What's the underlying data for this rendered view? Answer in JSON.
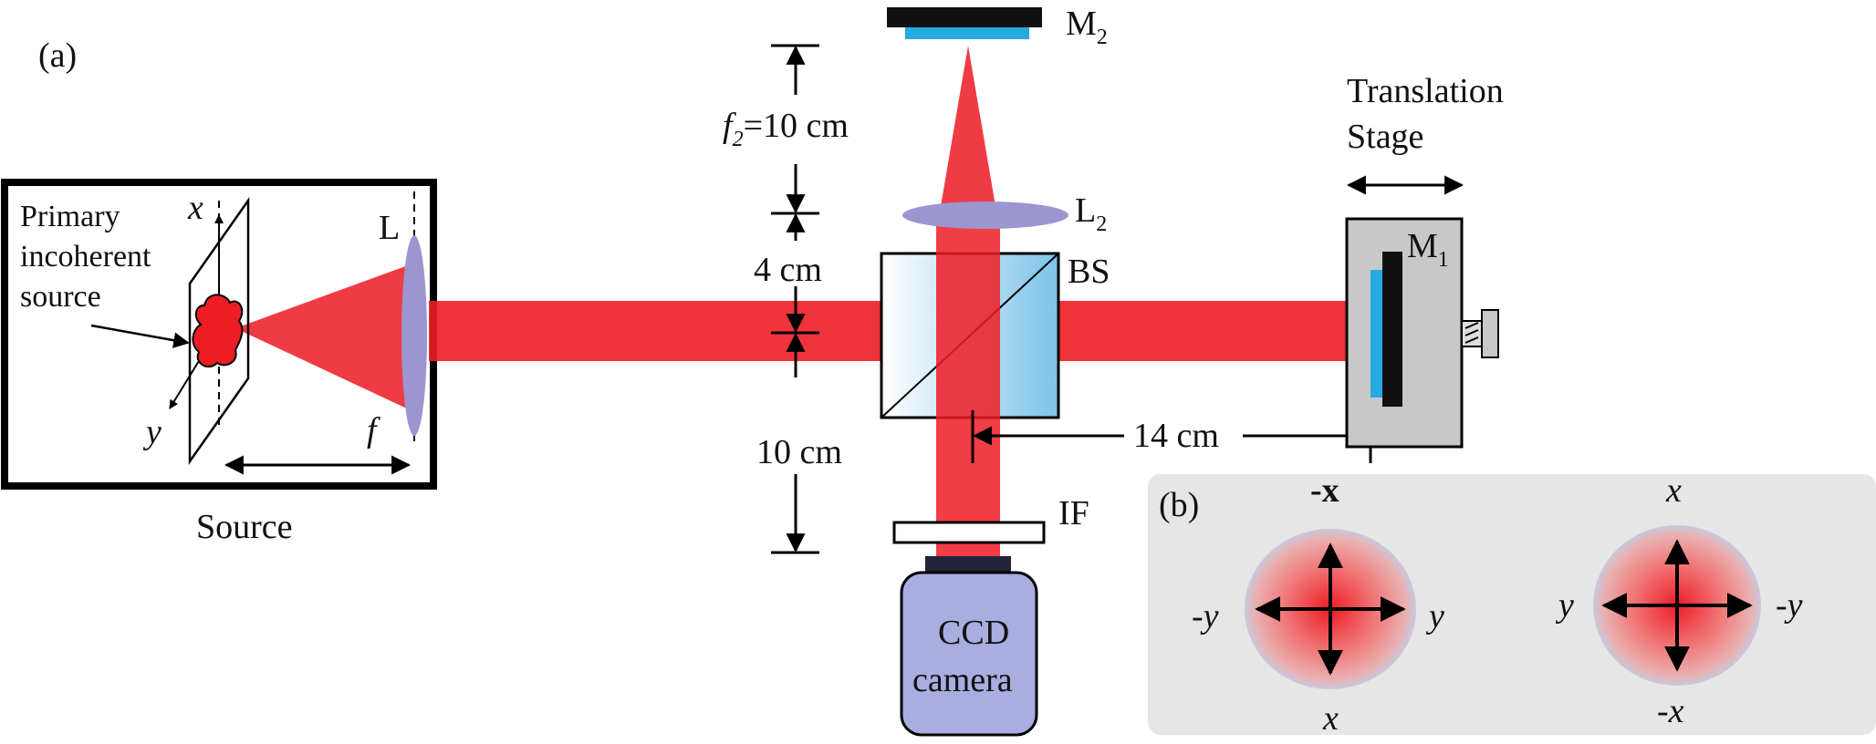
{
  "panel_a_label": "(a)",
  "panel_b_label": "(b)",
  "source": {
    "box_label": "Source",
    "primary_label_line1": "Primary",
    "primary_label_line2": "incoherent",
    "primary_label_line3": "source",
    "axis_x": "x",
    "axis_y": "y",
    "lens_label": "L",
    "focal_label": "f"
  },
  "mirror2": {
    "label": "M",
    "sub": "2"
  },
  "lens2": {
    "label": "L",
    "sub": "2"
  },
  "beamsplitter_label": "BS",
  "translation_stage": {
    "line1": "Translation",
    "line2": "Stage"
  },
  "mirror1": {
    "label": "M",
    "sub": "1"
  },
  "filter_label": "IF",
  "camera": {
    "line1": "CCD",
    "line2": "camera"
  },
  "dimensions": {
    "f2_symbol": "f",
    "f2_sub": "2",
    "f2_value": "=10 cm",
    "d_4cm": "4 cm",
    "d_10cm": "10 cm",
    "d_14cm": "14 cm"
  },
  "panel_b": {
    "left": {
      "top": "-x",
      "bottom": "x",
      "left": "-y",
      "right": "y"
    },
    "right": {
      "top": "x",
      "bottom": "-x",
      "left": "y",
      "right": "-y"
    }
  },
  "colors": {
    "beam": "#ee1c25",
    "lens": "#9b96d0",
    "mirror_coat": "#27a9e1",
    "camera": "#a9ade0",
    "stage": "#c8c8c8",
    "panel_b_bg": "#e6e6e6"
  }
}
